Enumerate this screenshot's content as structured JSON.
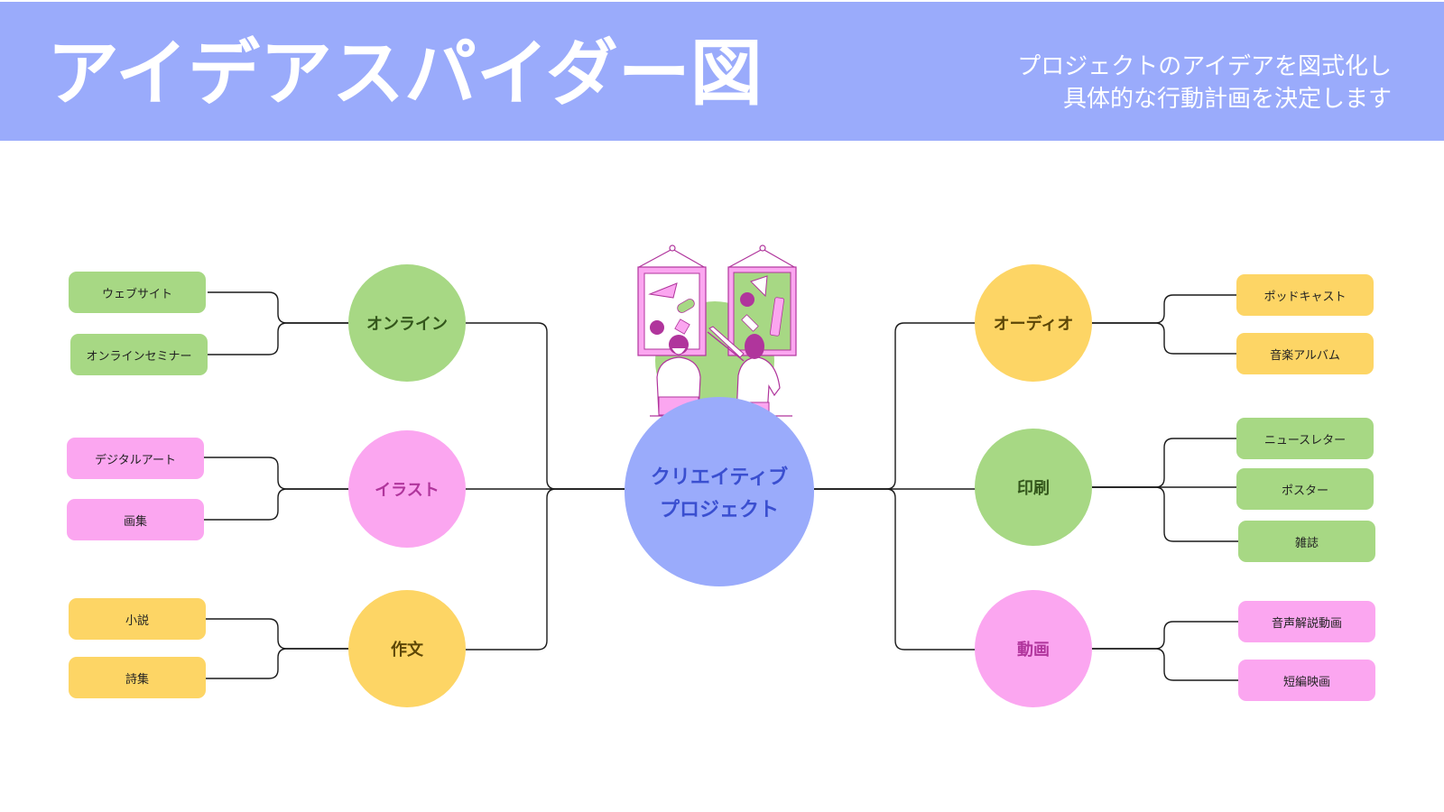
{
  "header": {
    "title": "アイデアスパイダー図",
    "subtitle_line1": "プロジェクトのアイデアを図式化し",
    "subtitle_line2": "具体的な行動計画を決定します"
  },
  "center": {
    "line1": "クリエイティブ",
    "line2": "プロジェクト"
  },
  "branches": {
    "online": {
      "label": "オンライン",
      "items": [
        "ウェブサイト",
        "オンラインセミナー"
      ]
    },
    "illust": {
      "label": "イラスト",
      "items": [
        "デジタルアート",
        "画集"
      ]
    },
    "writing": {
      "label": "作文",
      "items": [
        "小説",
        "詩集"
      ]
    },
    "audio": {
      "label": "オーディオ",
      "items": [
        "ポッドキャスト",
        "音楽アルバム"
      ]
    },
    "print": {
      "label": "印刷",
      "items": [
        "ニュースレター",
        "ポスター",
        "雑誌"
      ]
    },
    "video": {
      "label": "動画",
      "items": [
        "音声解説動画",
        "短編映画"
      ]
    }
  },
  "colors": {
    "header": "#9aabfb",
    "green": "#a7d884",
    "pink": "#fba6f0",
    "yellow": "#fdd565",
    "center": "#9aabfb"
  },
  "illustration": "two-people-viewing-art-frames-illustration"
}
